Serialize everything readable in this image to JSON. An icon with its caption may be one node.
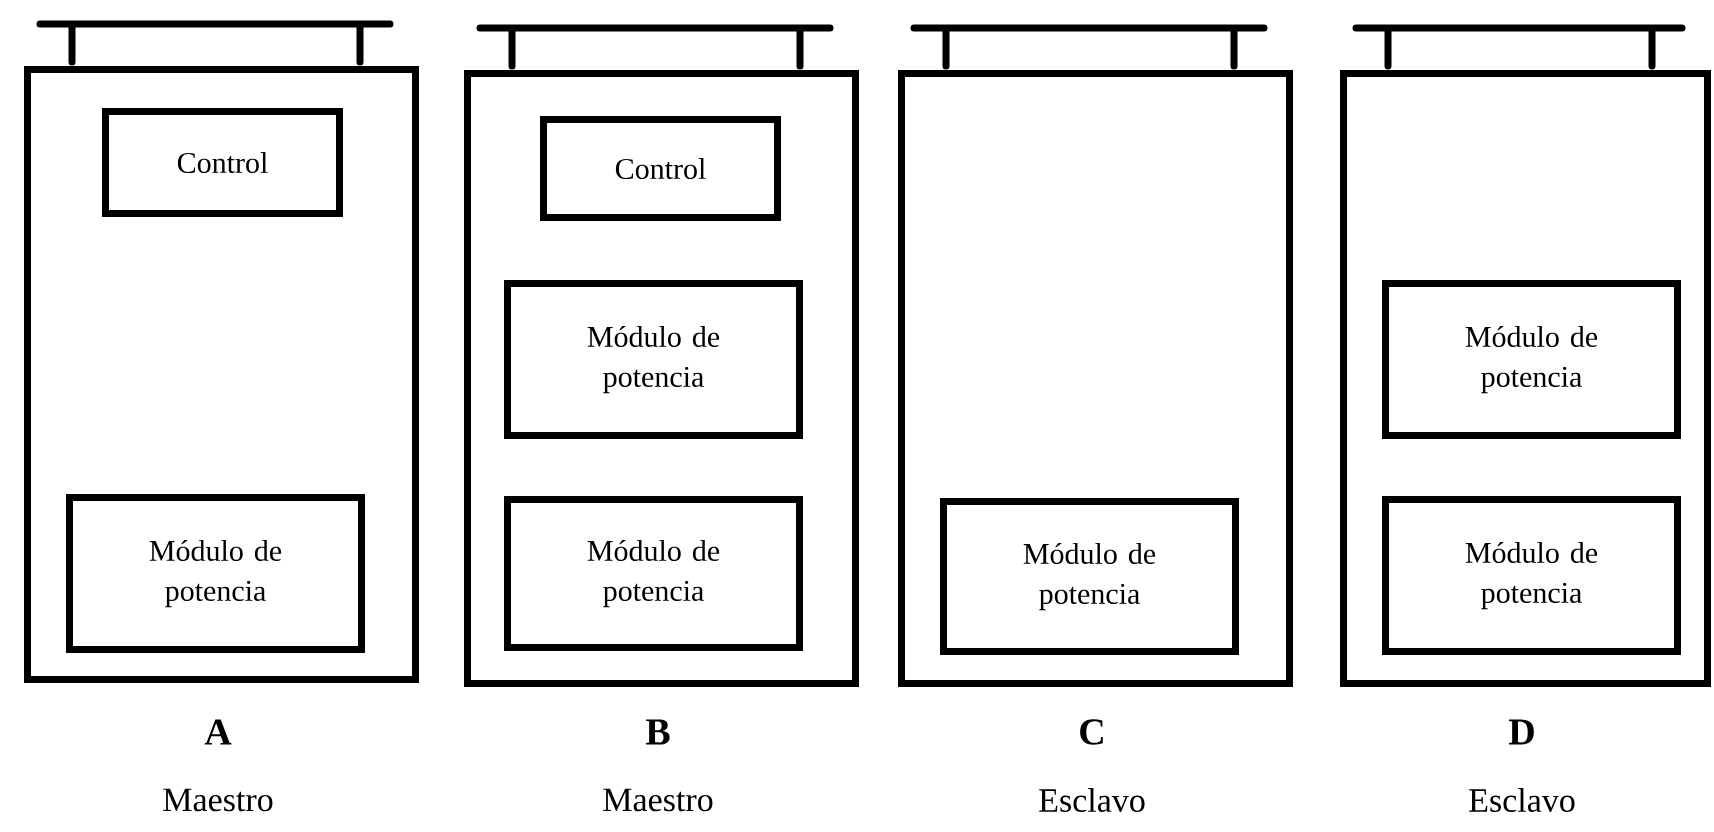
{
  "diagram": {
    "nodes": [
      {
        "text": [],
        "shape": "box",
        "beside": [
          "A",
          "Maestro"
        ]
      },
      {
        "text": [
          "Control"
        ],
        "in": 0
      },
      {
        "text": [
          "Módulo de potencia"
        ],
        "in": 0
      },
      {
        "text": [],
        "shape": "box",
        "beside": [
          "B",
          "Maestro"
        ]
      },
      {
        "text": [
          "Control"
        ],
        "in": 3
      },
      {
        "text": [
          "Módulo de potencia"
        ],
        "in": 3
      },
      {
        "text": [
          "Módulo de potencia"
        ],
        "in": 3
      },
      {
        "text": [],
        "shape": "box",
        "beside": [
          "C",
          "Esclavo"
        ]
      },
      {
        "text": [
          "Módulo de potencia"
        ],
        "in": 7
      },
      {
        "text": [],
        "shape": "box",
        "beside": [
          "D",
          "Esclavo"
        ]
      },
      {
        "text": [
          "Módulo de potencia"
        ],
        "in": 9
      },
      {
        "text": [
          "Módulo de potencia"
        ],
        "in": 9
      }
    ]
  }
}
